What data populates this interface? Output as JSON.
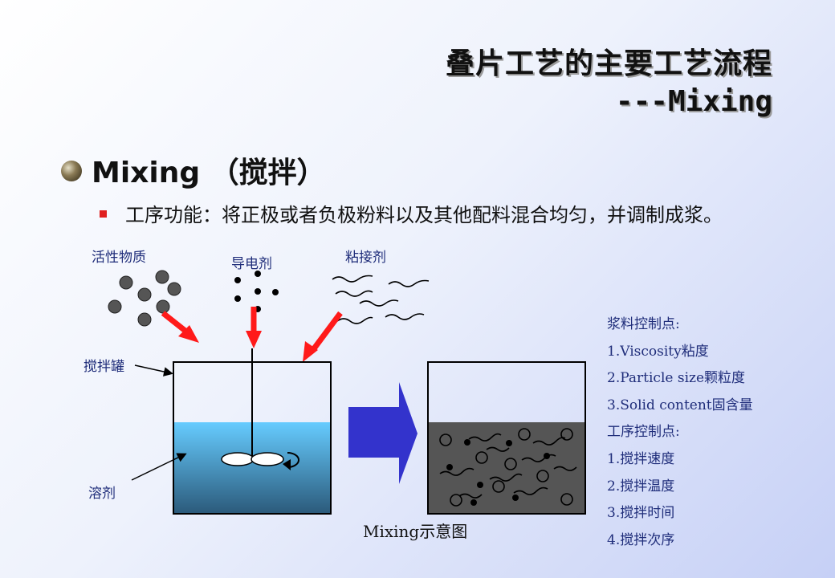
{
  "title": {
    "line1": "叠片工艺的主要工艺流程",
    "line2": "---Mixing"
  },
  "heading": "Mixing （搅拌）",
  "bullet_text": "工序功能：将正极或者负极粉料以及其他配料混合均匀，并调制成浆。",
  "labels": {
    "active": "活性物质",
    "conductive": "导电剂",
    "binder": "粘接剂",
    "tank": "搅拌罐",
    "solvent": "溶剂"
  },
  "caption": "Mixing示意图",
  "slurry_points": {
    "title": "浆料控制点:",
    "items": [
      "1.Viscosity粘度",
      "2.Particle size颗粒度",
      "3.Solid content固含量"
    ]
  },
  "process_points": {
    "title": "工序控制点:",
    "items": [
      "1.搅拌速度",
      "2.搅拌温度",
      "3.搅拌时间",
      "4.搅拌次序"
    ]
  },
  "colors": {
    "arrow_red": "#ff1a1a",
    "arrow_blue": "#3333cc",
    "liquid_top": "#66ccff",
    "liquid_bottom": "#2b5a7a",
    "slurry": "#555555"
  }
}
